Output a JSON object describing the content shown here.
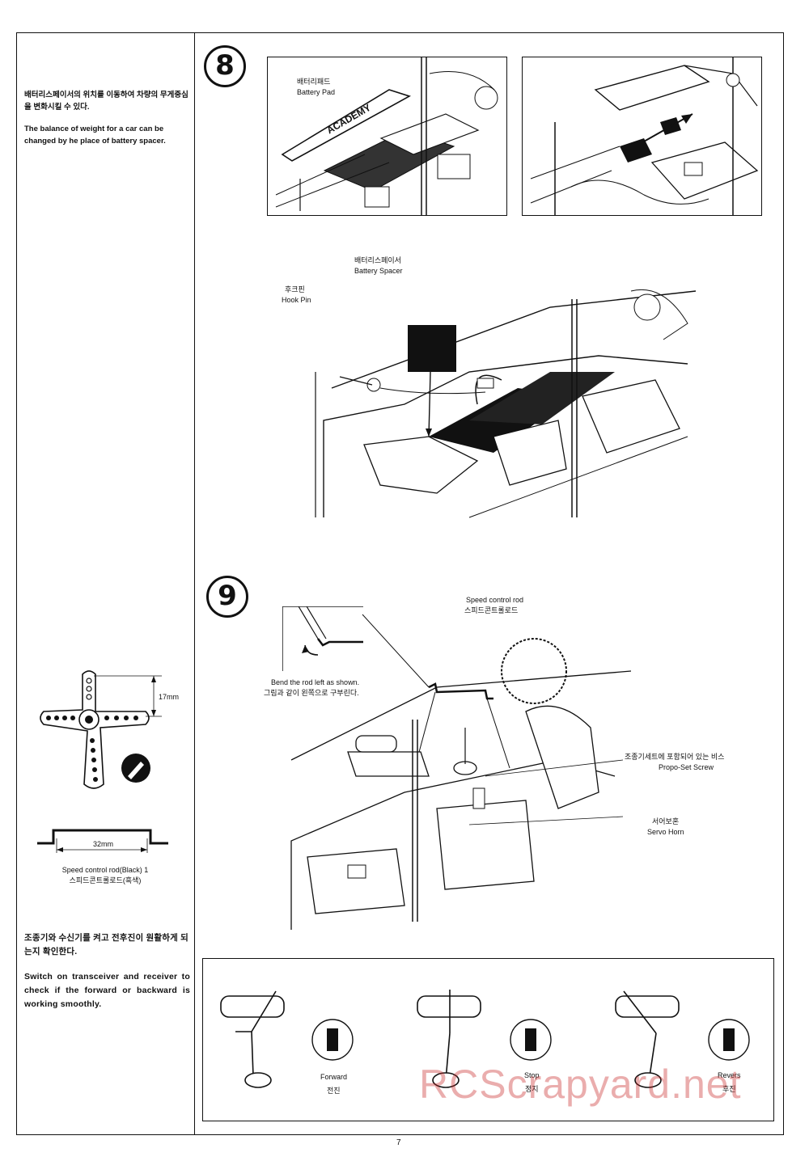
{
  "left_column": {
    "note_ko": "배터리스페이서의 위치를 이동하여 차량의 무게중심을 변화시킬 수 있다.",
    "note_en": "The balance of weight for a car can be changed by he place of battery spacer.",
    "servo_dimension": "17mm",
    "rod_dimension": "32mm",
    "rod_label_en": "Speed control rod(Black)  1",
    "rod_label_ko": "스피드콘트롤로드(흑색)",
    "check_ko": "조종기와 수신기를 켜고 전후진이 원활하게 되는지 확인한다.",
    "check_en": "Switch on transceiver and receiver to check if the forward or backward is working smoothly."
  },
  "step8": {
    "number": "8",
    "battery_pad_ko": "배터리패드",
    "battery_pad_en": "Battery Pad",
    "battery_spacer_ko": "배터리스페이서",
    "battery_spacer_en": "Battery Spacer",
    "hook_pin_ko": "후크핀",
    "hook_pin_en": "Hook Pin",
    "brand_mark": "ACADEMY"
  },
  "step9": {
    "number": "9",
    "speed_rod_en": "Speed control rod",
    "speed_rod_ko": "스피드콘트롤로드",
    "bend_en": "Bend the rod left as shown.",
    "bend_ko": "그림과 같이 왼쪽으로 구부린다.",
    "propo_ko": "조종기세트에 포함되어 있는 비스",
    "propo_en": "Propo-Set Screw",
    "servo_horn_ko": "서어보혼",
    "servo_horn_en": "Servo Horn"
  },
  "positions": [
    {
      "en": "Forward",
      "ko": "전진"
    },
    {
      "en": "Stop",
      "ko": "정지"
    },
    {
      "en": "Revers",
      "ko": "후진"
    }
  ],
  "page_number": "7",
  "watermark": "RCScrapyard.net"
}
